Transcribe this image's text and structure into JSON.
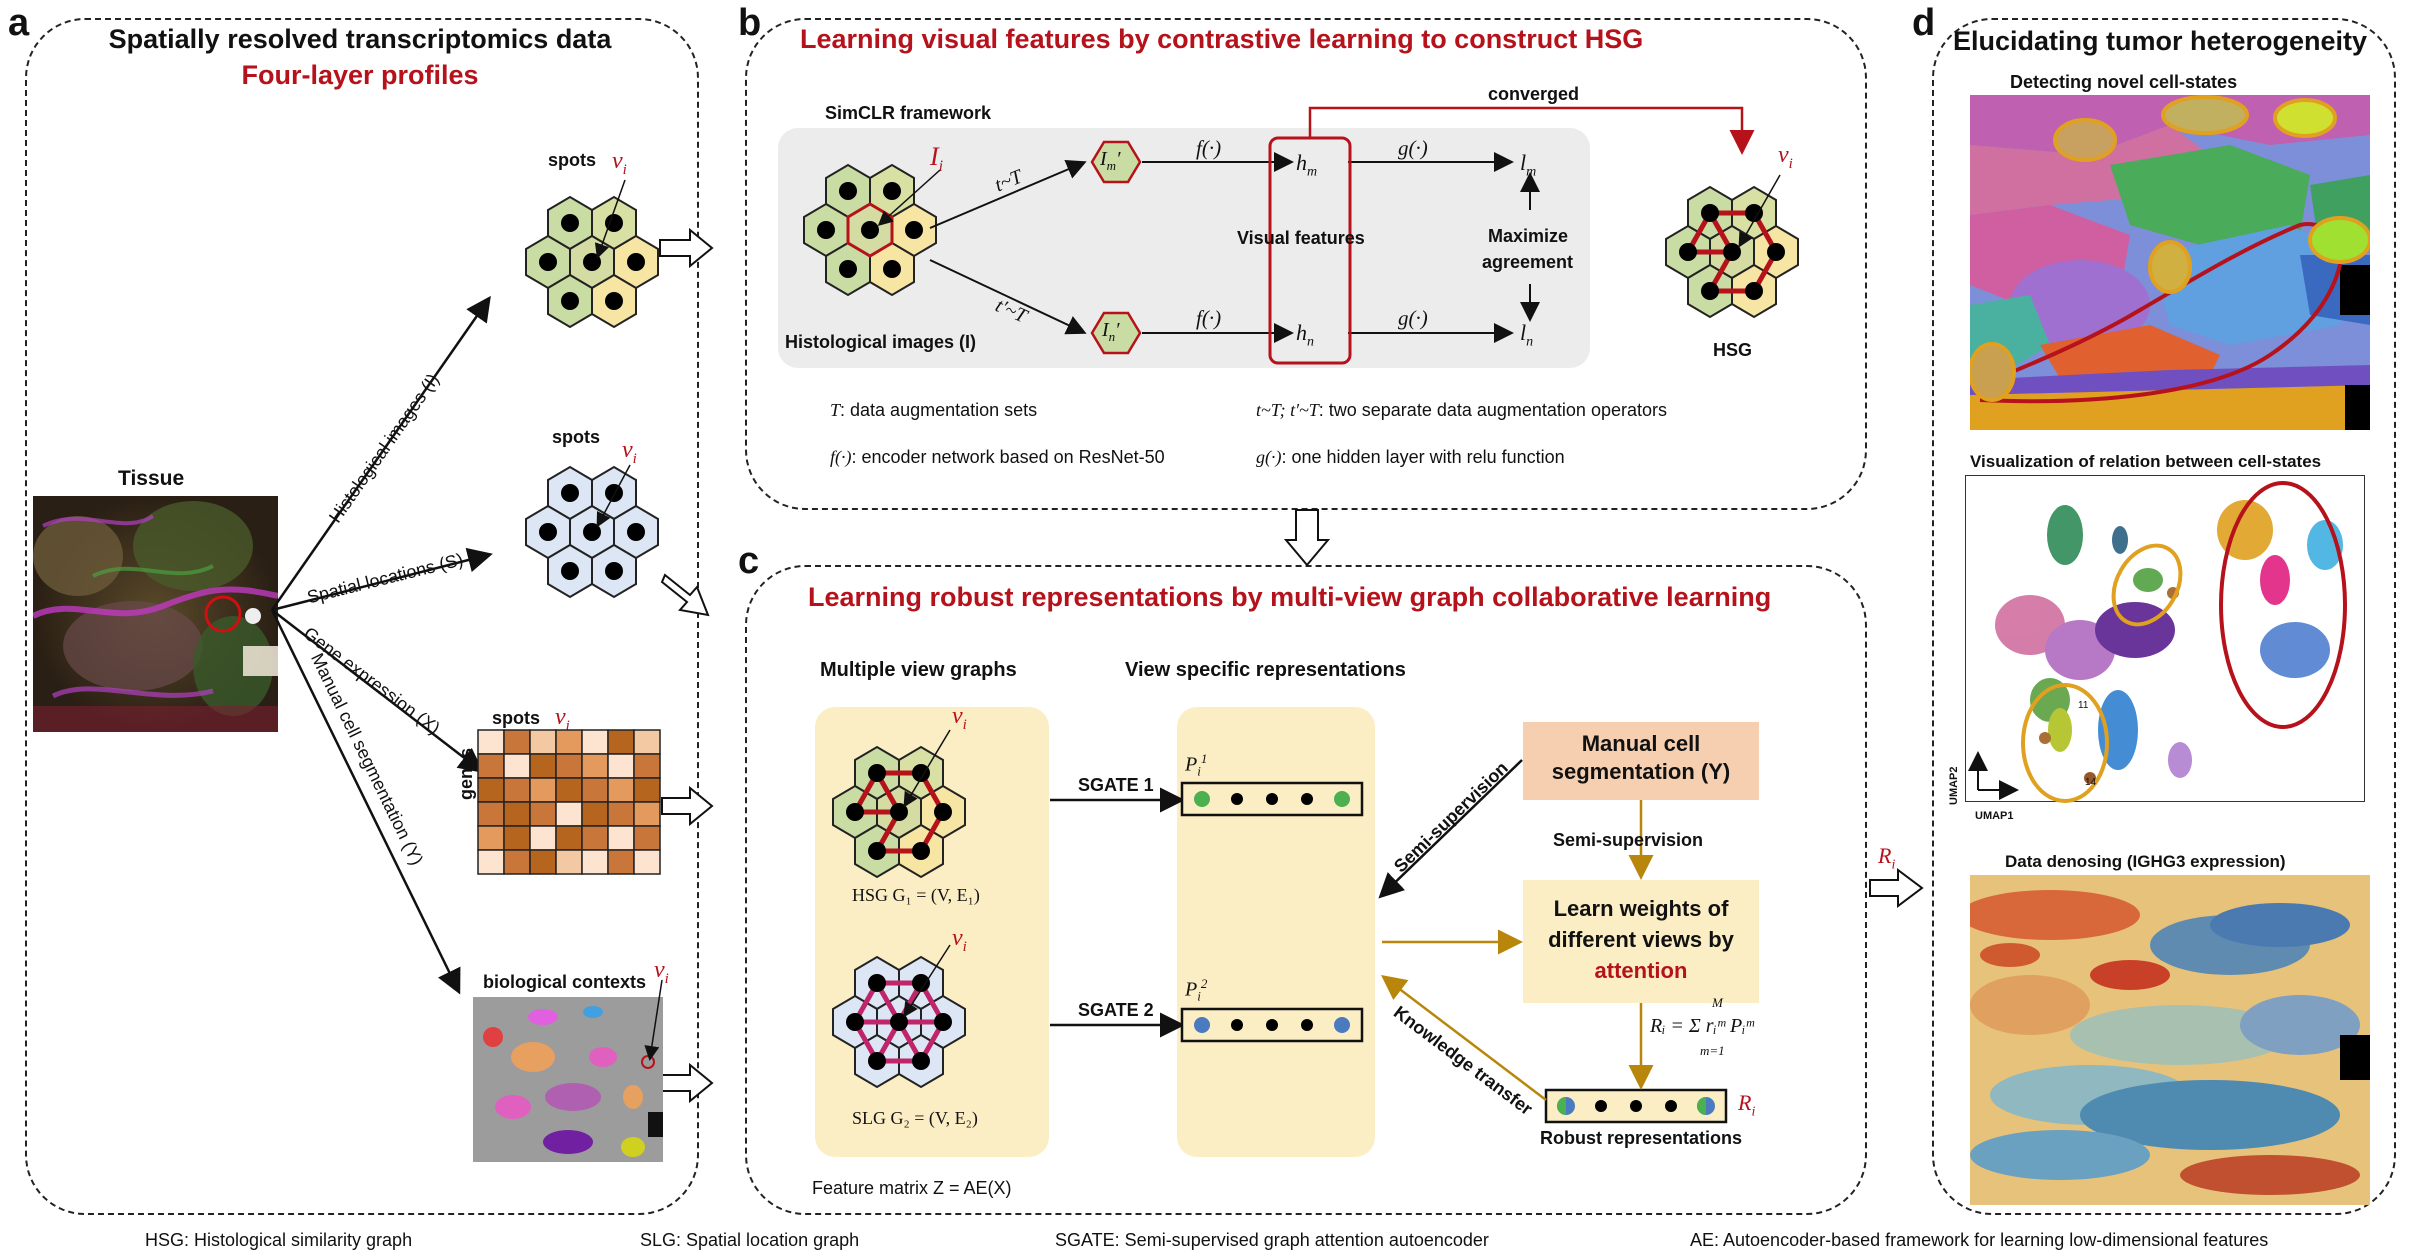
{
  "panel_a": {
    "letter": "a",
    "title": "Spatially resolved transcriptomics data",
    "subtitle": "Four-layer profiles",
    "tissue_label": "Tissue",
    "spots_label_1": "spots",
    "spots_label_2": "spots",
    "spots_label_3": "spots",
    "genes_label": "genes",
    "bio_label": "biological contexts",
    "vi": "v",
    "vi_sub": "i",
    "arrow_hist": "Histological images (I)",
    "arrow_spatial": "Spatial locations (S)",
    "arrow_gene": "Gene expression (X)",
    "arrow_manual": "Manual cell segmentation (Y)"
  },
  "panel_b": {
    "letter": "b",
    "title": "Learning visual features by contrastive learning to construct HSG",
    "framework": "SimCLR framework",
    "hist_label": "Histological images (I)",
    "Ii": "I",
    "Ii_sub": "i",
    "t_top": "t~T",
    "t_bot": "t′~T",
    "Im": "I",
    "Im_sub": "m",
    "In": "I",
    "In_sub": "n",
    "f1": "f(·)",
    "f2": "f(·)",
    "g1": "g(·)",
    "g2": "g(·)",
    "hm": "h",
    "hm_sub": "m",
    "hn": "h",
    "hn_sub": "n",
    "lm": "l",
    "lm_sub": "m",
    "ln": "l",
    "ln_sub": "n",
    "visual_features": "Visual features",
    "maximize": "Maximize",
    "agreement": "agreement",
    "converged": "converged",
    "hsg": "HSG",
    "T_desc_sym": "T",
    "T_desc": ": data augmentation sets",
    "f_desc_sym": "f(·)",
    "f_desc": ": encoder network based on ResNet-50",
    "tt_desc_sym": "t~T;  t′~T",
    "tt_desc": ": two separate data augmentation operators",
    "g_desc_sym": "g(·)",
    "g_desc": ": one hidden layer with relu function"
  },
  "panel_c": {
    "letter": "c",
    "title": "Learning robust representations by multi-view graph collaborative learning",
    "multi_view": "Multiple view graphs",
    "view_specific": "View specific representations",
    "hsg_eq": "HSG G₁ = (V, E₁)",
    "slg_eq": "SLG G₂ = (V, E₂)",
    "feature_matrix": "Feature matrix Z = AE(X)",
    "sgate1": "SGATE 1",
    "sgate2": "SGATE 2",
    "p1": "P",
    "p1_sub": "i",
    "p1_sup": "1",
    "p2": "P",
    "p2_sub": "i",
    "p2_sup": "2",
    "manual_line1": "Manual cell",
    "manual_line2": "segmentation (Y)",
    "semi_sup_1": "Semi-supervision",
    "semi_sup_2": "Semi-supervision",
    "learn_line1": "Learn weights of",
    "learn_line2": "different views by",
    "learn_line3": "attention",
    "knowledge": "Knowledge transfer",
    "Ri_eq": "Rᵢ = Σ rᵢᵐ Pᵢᵐ",
    "sum_top": "M",
    "sum_bot": "m=1",
    "Ri": "R",
    "Ri_sub": "i",
    "robust": "Robust representations"
  },
  "panel_d": {
    "letter": "d",
    "title": "Elucidating tumor heterogeneity",
    "novel": "Detecting novel cell-states",
    "relation": "Visualization of relation between cell-states",
    "denoise": "Data denosing (IGHG3 expression)",
    "umap1": "UMAP1",
    "umap2": "UMAP2",
    "label_11": "11",
    "label_14": "14",
    "Ri": "R",
    "Ri_sub": "i"
  },
  "footer": {
    "hsg": "HSG: Histological similarity graph",
    "slg": "SLG: Spatial location graph",
    "sgate": "SGATE: Semi-supervised graph attention autoencoder",
    "ae": "AE: Autoencoder-based framework for learning low-dimensional features"
  },
  "colors": {
    "red": "#b5121b",
    "green_hex": "#c9dca3",
    "yellow_hex": "#f7e5a3",
    "blue_hex": "#dce6f4",
    "cream": "#fbeec4",
    "salmon": "#f5cfb0",
    "gold_arrow": "#b8860b",
    "magenta_edge": "#c0246a"
  }
}
